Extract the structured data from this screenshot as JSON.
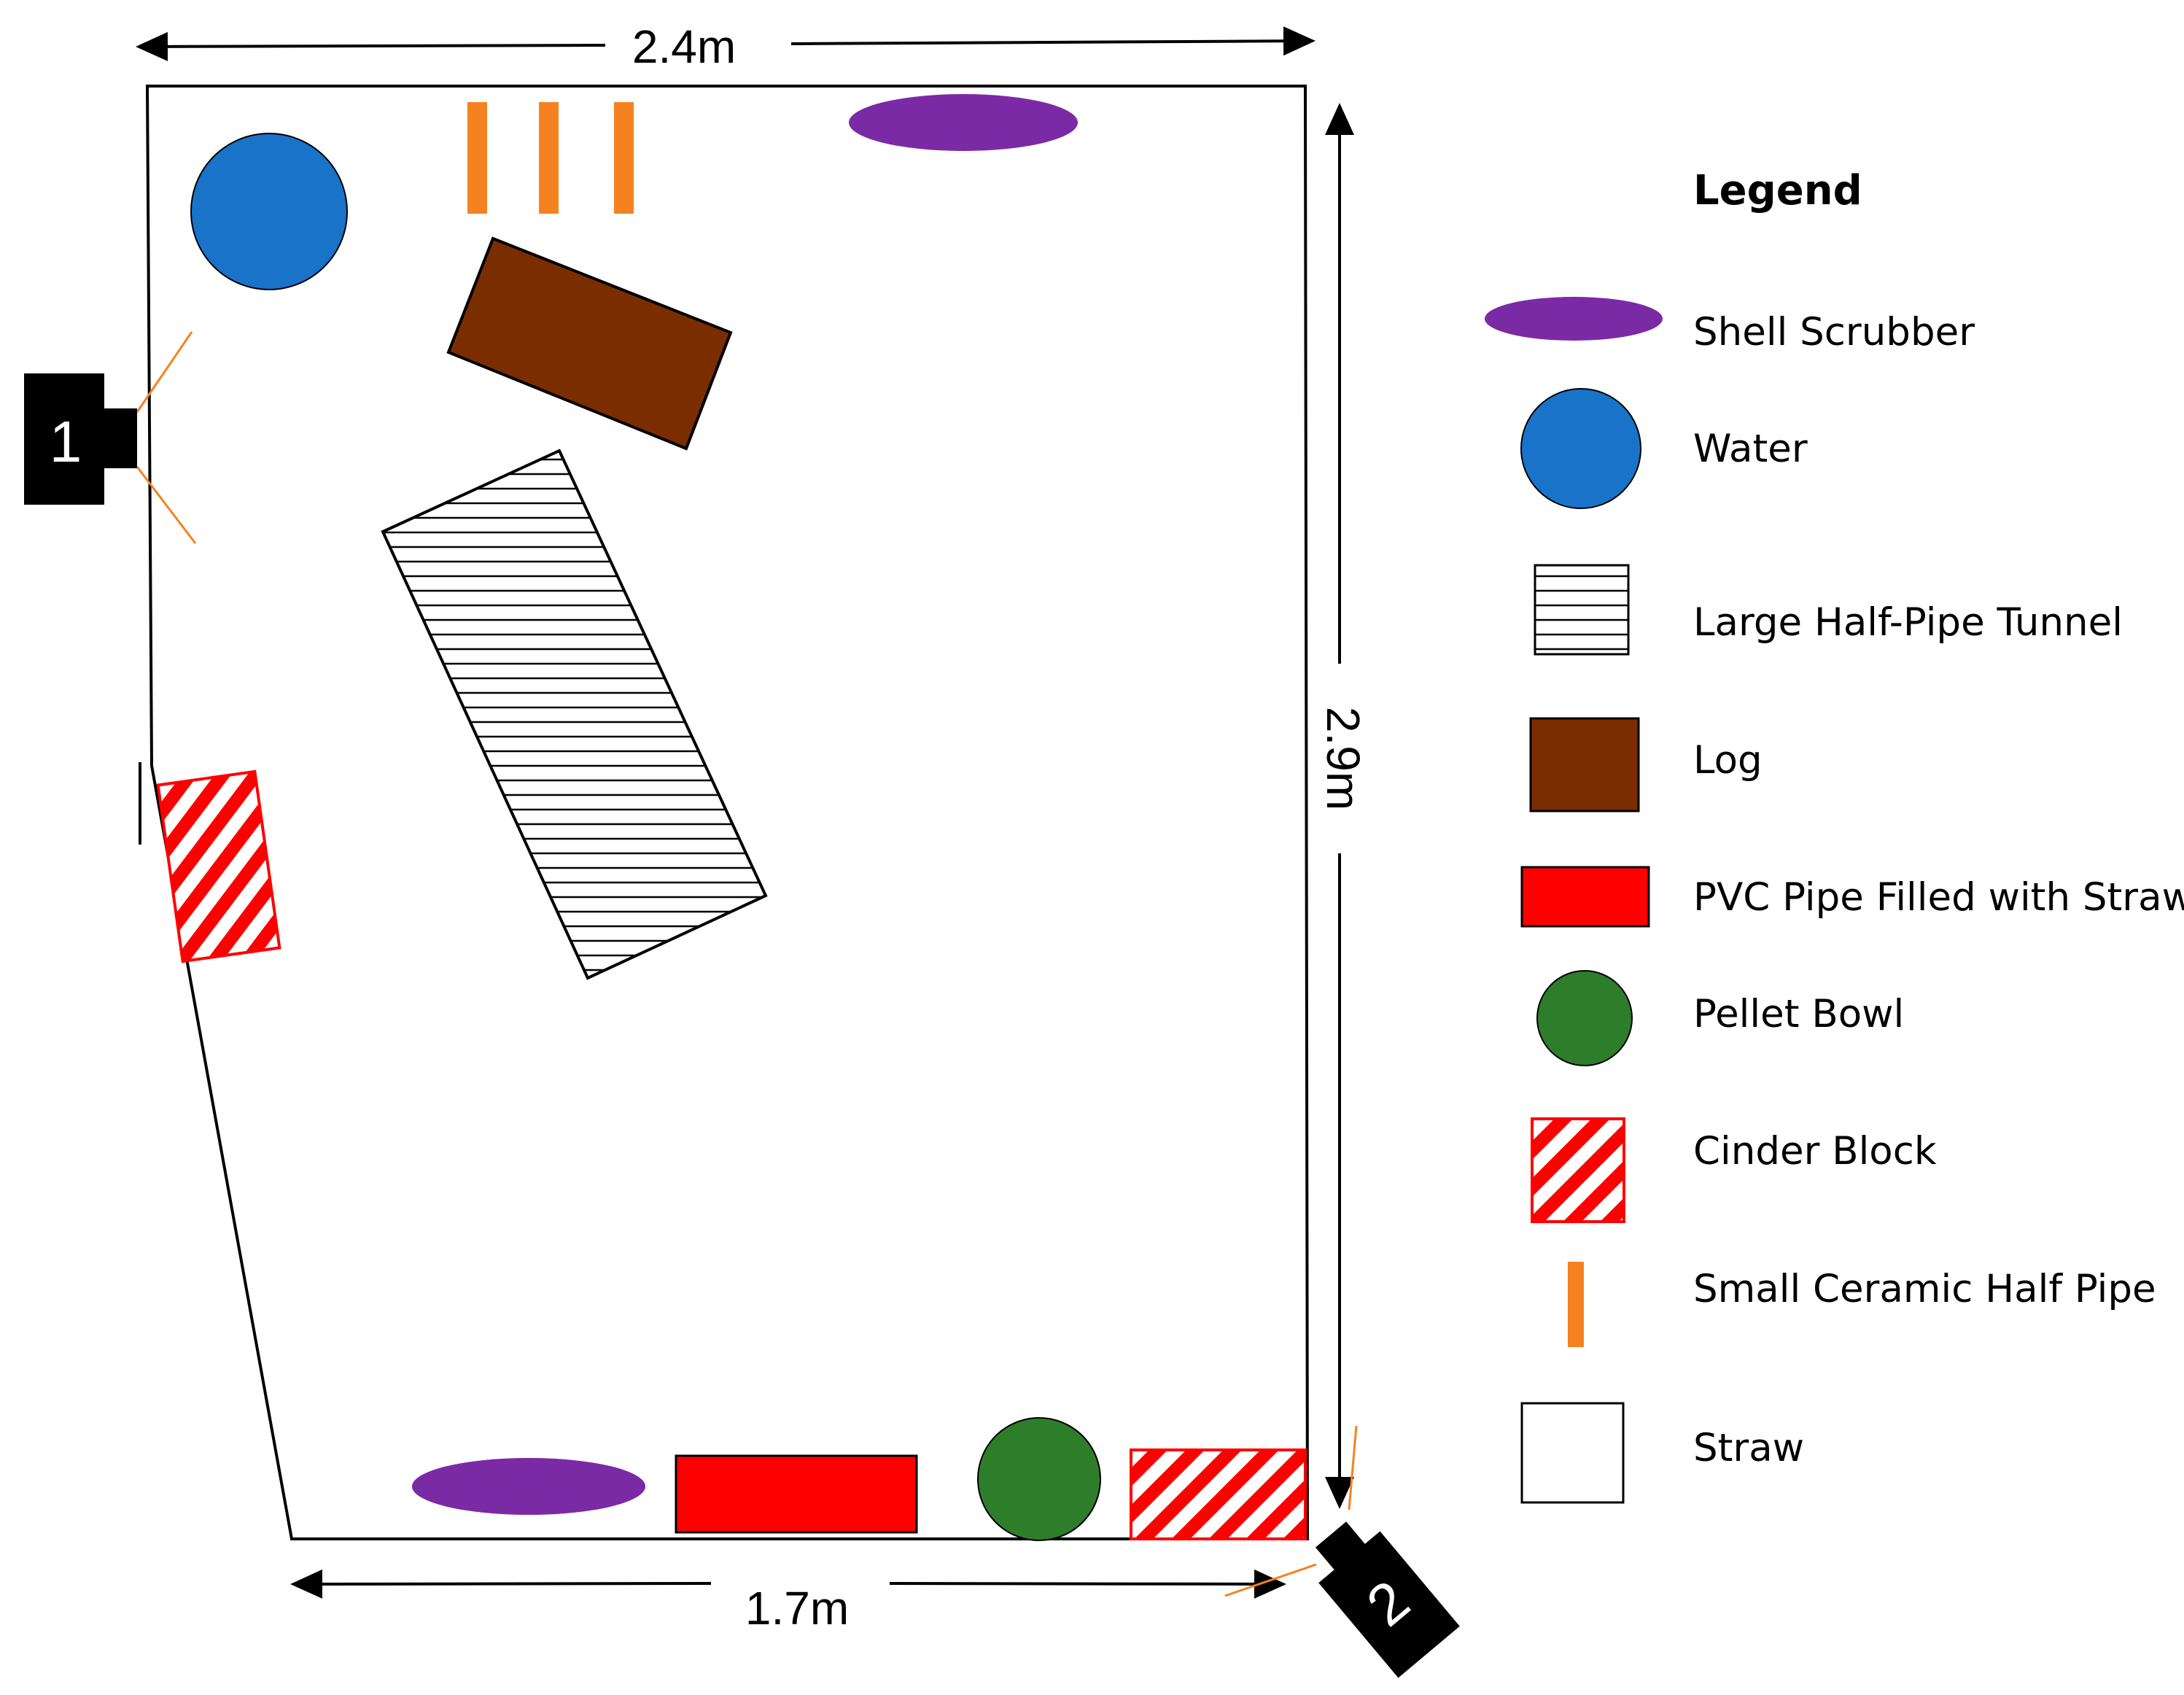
{
  "dimensions": {
    "top_width": "2.4m",
    "right_height": "2.9m",
    "bottom_width": "1.7m"
  },
  "cameras": {
    "camera_1": "1",
    "camera_2": "2"
  },
  "legend": {
    "title": "Legend",
    "items": [
      {
        "key": "shell_scrubber",
        "label": "Shell Scrubber"
      },
      {
        "key": "water",
        "label": "Water"
      },
      {
        "key": "half_pipe_tunnel",
        "label": "Large Half-Pipe Tunnel"
      },
      {
        "key": "log",
        "label": "Log"
      },
      {
        "key": "pvc_pipe",
        "label": "PVC Pipe Filled with Straw"
      },
      {
        "key": "pellet_bowl",
        "label": "Pellet Bowl"
      },
      {
        "key": "cinder_block",
        "label": "Cinder Block"
      },
      {
        "key": "ceramic_half_pipe",
        "label": "Small Ceramic Half Pipe"
      },
      {
        "key": "straw",
        "label": "Straw"
      }
    ]
  },
  "colors": {
    "shell_scrubber": "#7b2aa6",
    "water": "#1873c9",
    "log": "#7a2e00",
    "pvc_pipe": "#ff0000",
    "pellet_bowl": "#2e7d2a",
    "cinder_block_stripe": "#ff0000",
    "ceramic_half_pipe": "#f58220",
    "camera": "#000000",
    "outline": "#000000"
  }
}
